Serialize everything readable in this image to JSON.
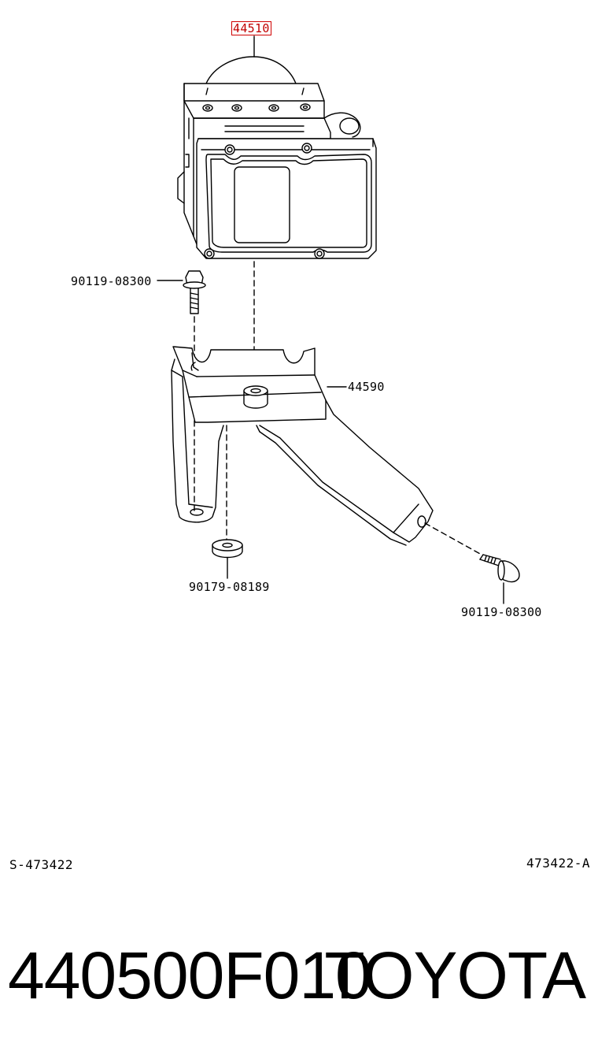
{
  "callouts": {
    "abs_actuator": "44510",
    "bolt_left": "90119-08300",
    "bracket": "44590",
    "cushion": "90179-08189",
    "bolt_right": "90119-08300"
  },
  "highlight_color": "#d00000",
  "footer": {
    "left_code": "S-473422",
    "right_code": "473422-A"
  },
  "caption": {
    "part_number": "440500F010",
    "brand": "TOYOTA"
  }
}
